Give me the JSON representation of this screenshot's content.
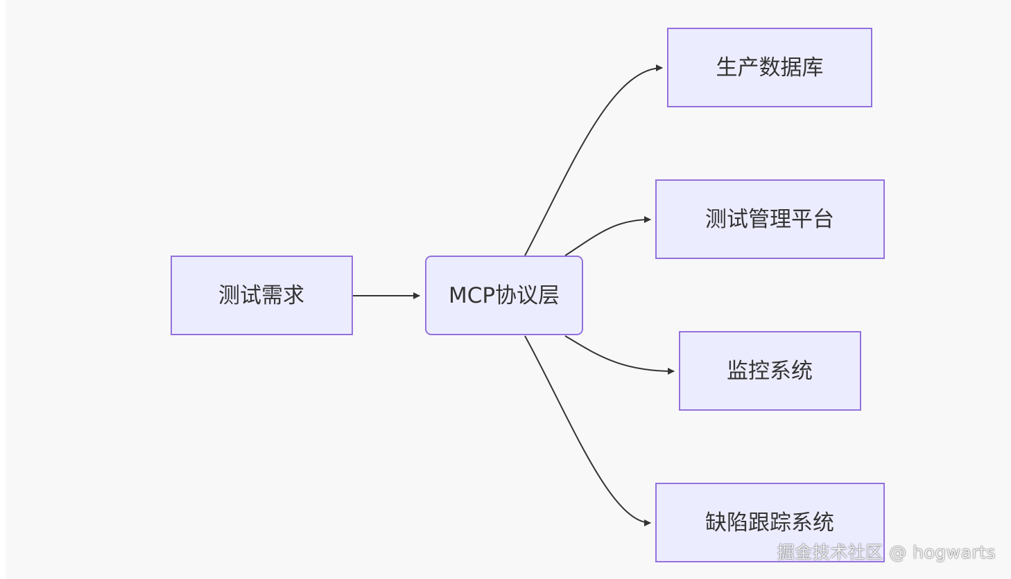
{
  "diagram": {
    "type": "flowchart",
    "direction": "LR",
    "nodes": [
      {
        "id": "req",
        "label": "测试需求"
      },
      {
        "id": "mcp",
        "label": "MCP协议层"
      },
      {
        "id": "db",
        "label": "生产数据库"
      },
      {
        "id": "tms",
        "label": "测试管理平台"
      },
      {
        "id": "mon",
        "label": "监控系统"
      },
      {
        "id": "bug",
        "label": "缺陷跟踪系统"
      }
    ],
    "edges": [
      {
        "from": "req",
        "to": "mcp"
      },
      {
        "from": "mcp",
        "to": "db"
      },
      {
        "from": "mcp",
        "to": "tms"
      },
      {
        "from": "mcp",
        "to": "mon"
      },
      {
        "from": "mcp",
        "to": "bug"
      }
    ]
  },
  "colors": {
    "node_fill": "#ECECFF",
    "node_stroke": "#9370DB",
    "edge": "#333333",
    "background": "#f8f8f8"
  },
  "watermark": "掘金技术社区 @ hogwarts"
}
